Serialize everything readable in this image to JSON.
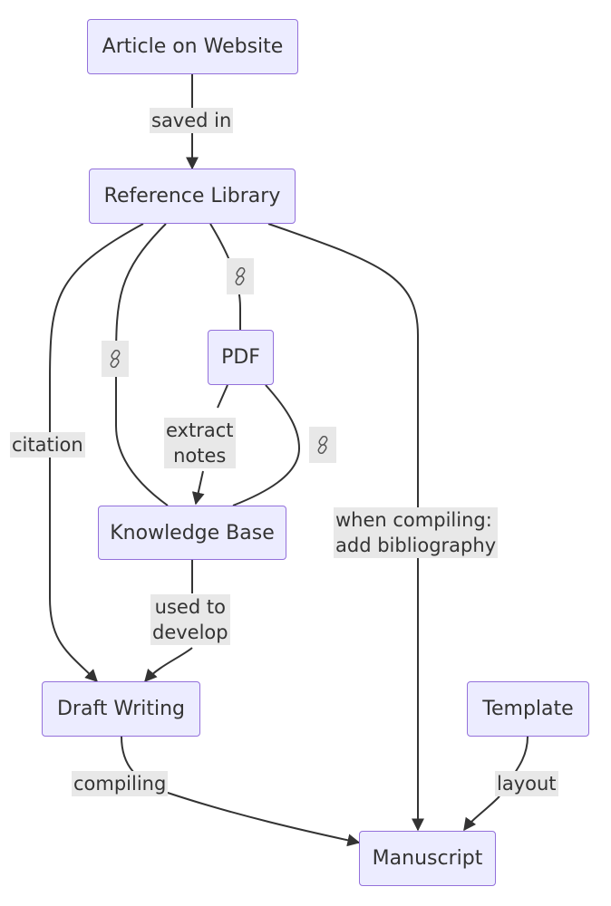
{
  "nodes": {
    "article": "Article on Website",
    "library": "Reference Library",
    "pdf": "PDF",
    "kb": "Knowledge Base",
    "draft": "Draft Writing",
    "template": "Template",
    "manuscript": "Manuscript"
  },
  "edges": {
    "article_library": "saved in",
    "library_draft": "citation",
    "library_kb_icon": "link-icon",
    "library_pdf_icon": "link-icon",
    "pdf_kb": "extract\nnotes",
    "pdf_kb_icon": "link-icon",
    "library_manuscript": "when compiling:\nadd bibliography",
    "kb_draft": "used to\ndevelop",
    "draft_manuscript": "compiling",
    "template_manuscript": "layout"
  },
  "colors": {
    "node_fill": "#ECECFF",
    "node_border": "#9370DB",
    "edge": "#333333",
    "label_bg": "#E8E8E8"
  }
}
